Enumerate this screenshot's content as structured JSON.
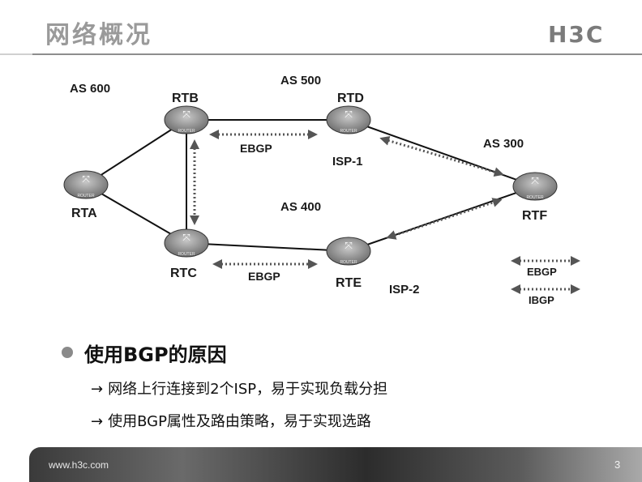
{
  "header": {
    "title": "网络概况",
    "logo": "H3C"
  },
  "diagram": {
    "as_labels": [
      "AS 600",
      "AS 500",
      "AS 400",
      "AS 300"
    ],
    "routers": [
      {
        "id": "RTA",
        "label": "RTA"
      },
      {
        "id": "RTB",
        "label": "RTB"
      },
      {
        "id": "RTC",
        "label": "RTC"
      },
      {
        "id": "RTD",
        "label": "RTD"
      },
      {
        "id": "RTE",
        "label": "RTE"
      },
      {
        "id": "RTF",
        "label": "RTF"
      }
    ],
    "router_badge": "ROUTER",
    "link_labels": {
      "ebgp_top": "EBGP",
      "ebgp_bottom": "EBGP",
      "isp1": "ISP-1",
      "isp2": "ISP-2"
    },
    "legend": {
      "ebgp": "EBGP",
      "ibgp": "IBGP"
    }
  },
  "content": {
    "heading": "使用BGP的原因",
    "arrow": "→",
    "points": [
      "网络上行连接到2个ISP，易于实现负载分担",
      "使用BGP属性及路由策略，易于实现选路"
    ]
  },
  "footer": {
    "url": "www.h3c.com",
    "page": "3"
  },
  "colors": {
    "router_fill": "#8c8c8c",
    "arrow": "#555555"
  }
}
